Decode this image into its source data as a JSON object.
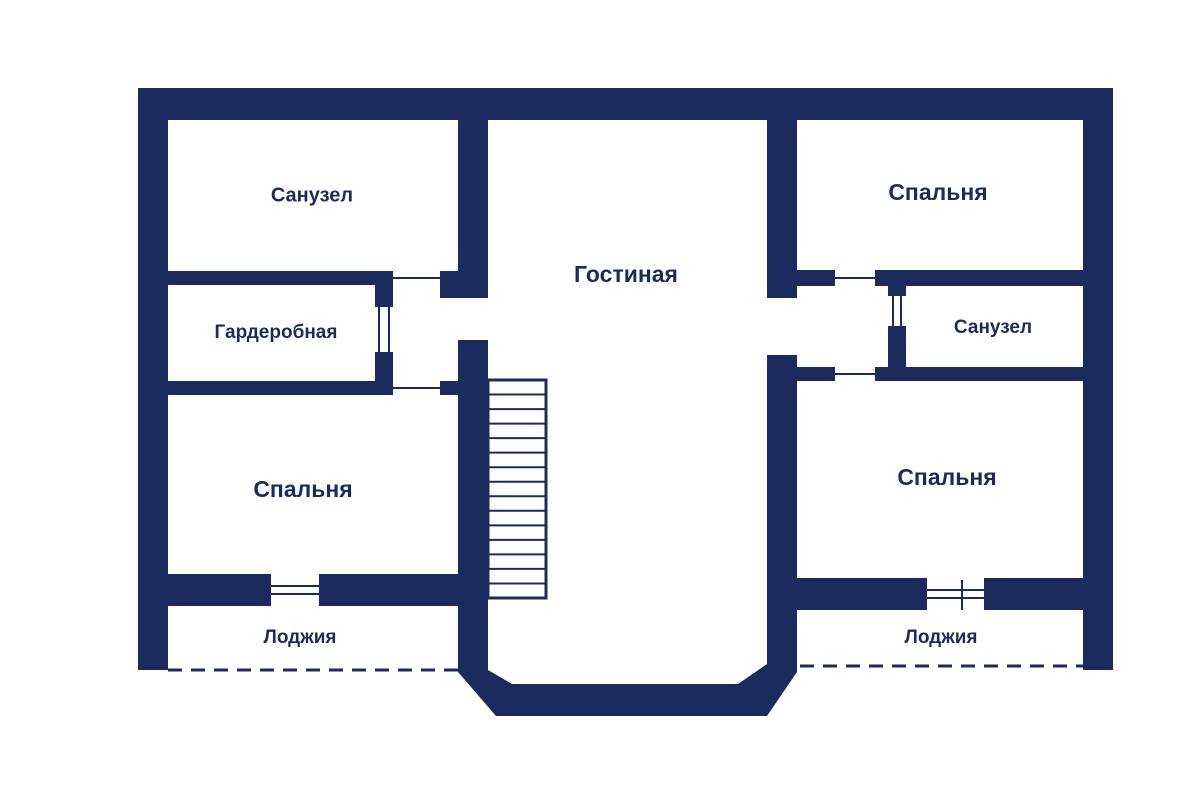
{
  "colors": {
    "wall": "#1c2b5e",
    "background": "#ffffff"
  },
  "rooms": {
    "bathroom_top_left": "Санузел",
    "wardrobe": "Гардеробная",
    "bedroom_left": "Спальня",
    "loggia_left": "Лоджия",
    "living_room": "Гостиная",
    "bedroom_top_right": "Спальня",
    "bathroom_right": "Санузел",
    "bedroom_bottom_right": "Спальня",
    "loggia_right": "Лоджия"
  },
  "stairs": {
    "steps": 15
  }
}
